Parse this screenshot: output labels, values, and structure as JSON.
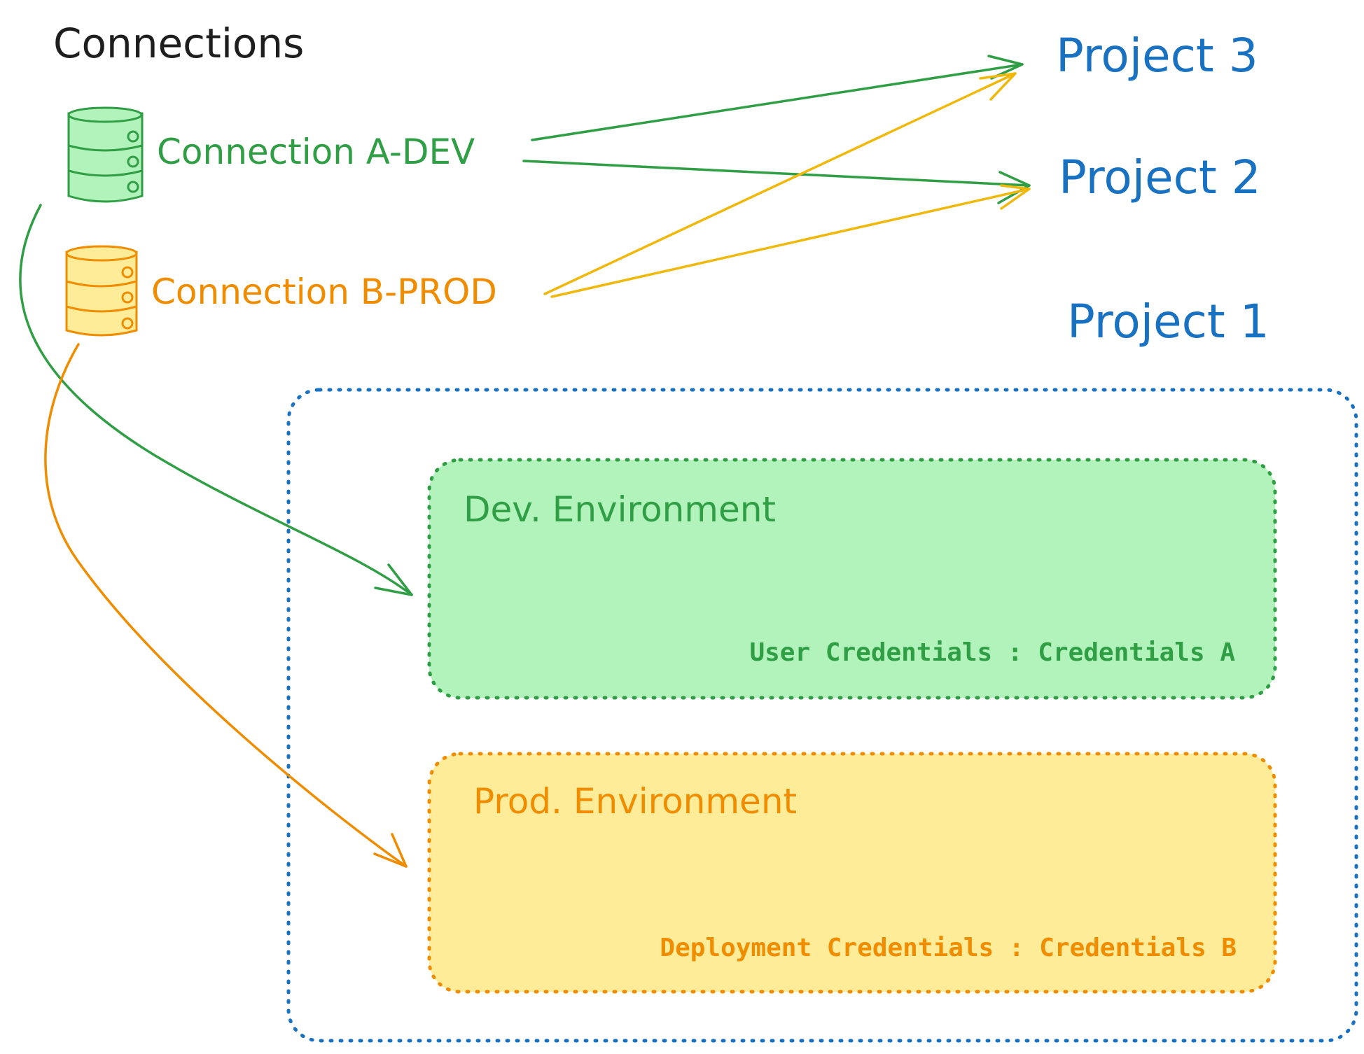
{
  "heading": "Connections",
  "connections": [
    {
      "label": "Connection A-DEV",
      "color": "#2f9e44",
      "fill": "#b2f2bb"
    },
    {
      "label": "Connection B-PROD",
      "color": "#f08c00",
      "fill": "#ffec99"
    }
  ],
  "projects": [
    {
      "label": "Project 3"
    },
    {
      "label": "Project 2"
    },
    {
      "label": "Project 1"
    }
  ],
  "project_color": "#1971c2",
  "environments": [
    {
      "title": "Dev. Environment",
      "credentials": "User Credentials : Credentials A",
      "color": "#2f9e44",
      "fill": "#b2f2bb"
    },
    {
      "title": "Prod. Environment",
      "credentials": "Deployment Credentials : Credentials B",
      "color": "#f08c00",
      "fill": "#ffec99"
    }
  ],
  "arrow_colors": {
    "dev": "#2f9e44",
    "prod": "#f0b80a"
  }
}
